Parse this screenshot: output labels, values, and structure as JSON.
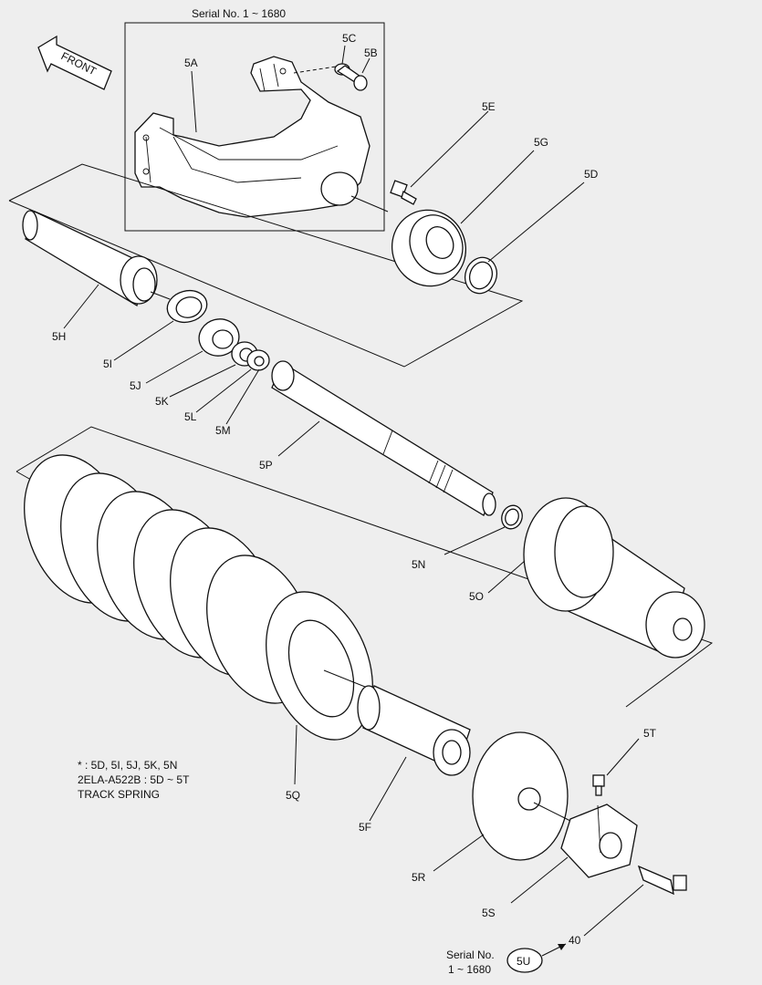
{
  "serial_top": "Serial No. 1 ~ 1680",
  "front_label": "FRONT",
  "parts": {
    "p5A": "5A",
    "p5B": "5B",
    "p5C": "5C",
    "p5D": "5D",
    "p5E": "5E",
    "p5F": "5F",
    "p5G": "5G",
    "p5H": "5H",
    "p5I": "5I",
    "p5J": "5J",
    "p5K": "5K",
    "p5L": "5L",
    "p5M": "5M",
    "p5N": "5N",
    "p5O": "5O",
    "p5P": "5P",
    "p5Q": "5Q",
    "p5R": "5R",
    "p5S": "5S",
    "p5T": "5T",
    "p5U": "5U",
    "p40": "40"
  },
  "note": {
    "line1": "* : 5D, 5I, 5J, 5K, 5N",
    "line2": "2ELA-A522B : 5D ~ 5T",
    "line3": "TRACK SPRING"
  },
  "serial_bottom": {
    "line1": "Serial No.",
    "line2": "1 ~ 1680"
  }
}
